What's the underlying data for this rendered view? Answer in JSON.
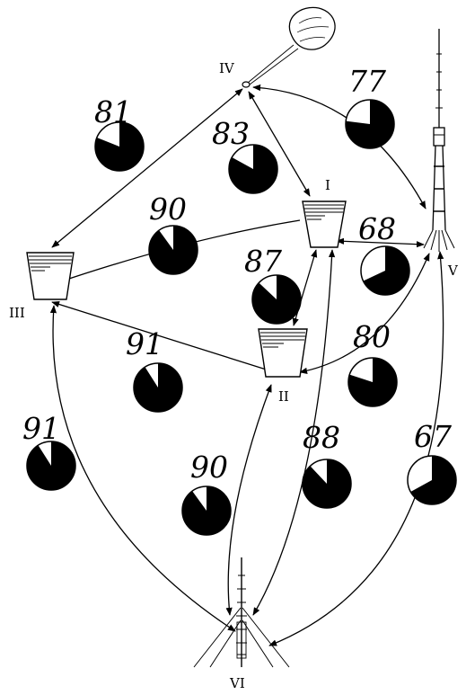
{
  "colors": {
    "ink": "#000000",
    "paper": "#ffffff"
  },
  "nodes": [
    {
      "id": "IV",
      "label": "IV",
      "icon": "balloon-icon"
    },
    {
      "id": "I",
      "label": "I",
      "icon": "cup-icon"
    },
    {
      "id": "III",
      "label": "III",
      "icon": "cup-icon"
    },
    {
      "id": "II",
      "label": "II",
      "icon": "cup-icon"
    },
    {
      "id": "V",
      "label": "V",
      "icon": "tv-tower-icon"
    },
    {
      "id": "VI",
      "label": "VI",
      "icon": "mast-icon"
    }
  ],
  "edges": [
    {
      "from": "IV",
      "to": "III",
      "value": 81
    },
    {
      "from": "IV",
      "to": "I",
      "value": 83
    },
    {
      "from": "IV",
      "to": "V",
      "value": 77
    },
    {
      "from": "I",
      "to": "III",
      "value": 90
    },
    {
      "from": "I",
      "to": "V",
      "value": 68
    },
    {
      "from": "I",
      "to": "II",
      "value": 87
    },
    {
      "from": "III",
      "to": "II",
      "value": 91
    },
    {
      "from": "V",
      "to": "II",
      "value": 80
    },
    {
      "from": "III",
      "to": "VI",
      "value": 91
    },
    {
      "from": "II",
      "to": "VI",
      "value": 90
    },
    {
      "from": "I",
      "to": "VI",
      "value": 88
    },
    {
      "from": "V",
      "to": "VI",
      "value": 67
    }
  ]
}
